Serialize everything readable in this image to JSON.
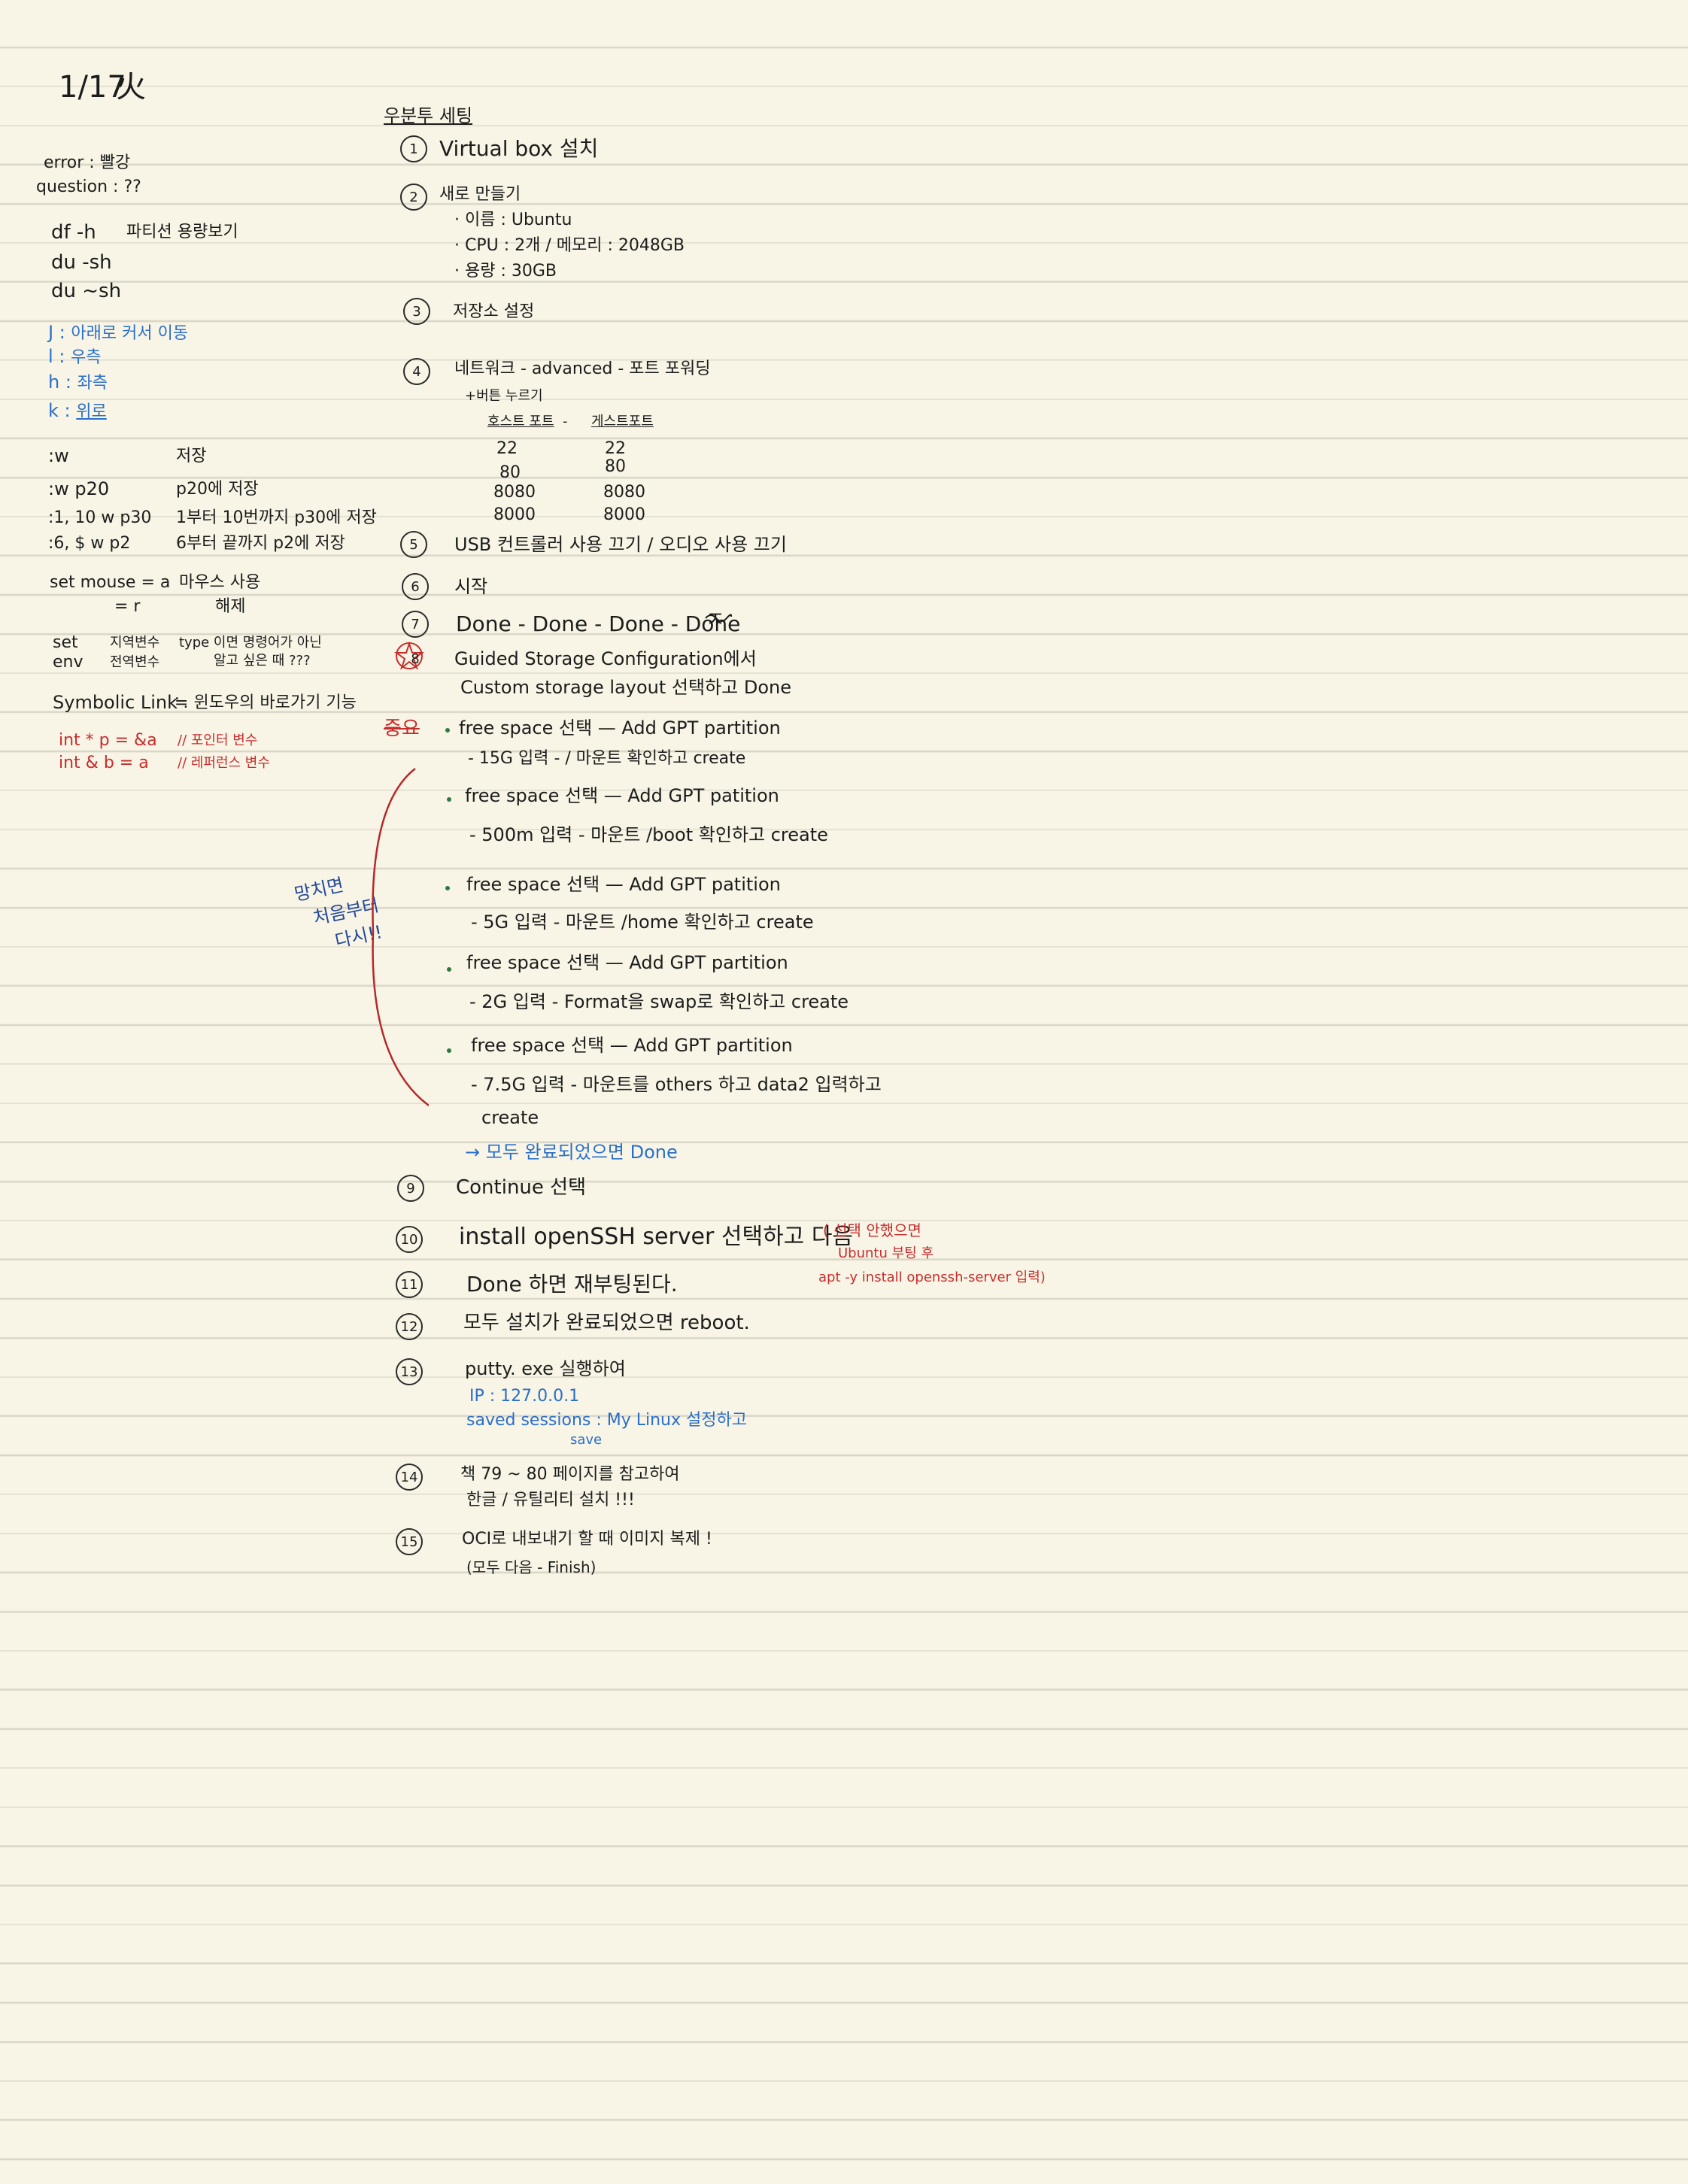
{
  "date": {
    "day": "1/17",
    "weekday": "火"
  },
  "left": {
    "legend": [
      {
        "key": "error",
        "value": "빨강"
      },
      {
        "key": "question",
        "value": "??"
      }
    ],
    "df_h": "df -h",
    "df_h_desc": "파티션 용량보기",
    "du1": "du -sh",
    "du2": "du ~sh",
    "vim_moves": [
      {
        "key": "J",
        "desc": "아래로 커서 이동"
      },
      {
        "key": "l",
        "desc": "우측"
      },
      {
        "key": "h",
        "desc": "좌측"
      },
      {
        "key": "k",
        "desc": "위로"
      }
    ],
    "vim_cmds": [
      {
        "cmd": ":w",
        "desc": "저장"
      },
      {
        "cmd": ":w p20",
        "desc": "p20에 저장"
      },
      {
        "cmd": ":1, 10 w p30",
        "desc": "1부터 10번까지 p30에 저장"
      },
      {
        "cmd": ":6, $ w p2",
        "desc": "6부터 끝까지 p2에 저장"
      }
    ],
    "mouse_cmd": "set mouse = a",
    "mouse_cmd2": "= r",
    "mouse_desc": "마우스 사용",
    "mouse_desc2": "해제",
    "set_env": [
      "set",
      "env"
    ],
    "set_env_vars": [
      "지역변수",
      "전역변수"
    ],
    "set_env_note1": "type 이면 명령어가 아닌",
    "set_env_note2": "알고 싶은 때 ???",
    "symlink": "Symbolic Link",
    "symlink_desc": "≒ 윈도우의 바로가기 기능",
    "code_lines": [
      {
        "code": "int * p = &a",
        "comment": "// 포인터 변수"
      },
      {
        "code": "int & b = a",
        "comment": "// 레퍼런스 변수"
      }
    ],
    "side_note": [
      "망치면",
      "처음부터",
      "다시!!"
    ]
  },
  "main": {
    "heading": "우분투 세팅",
    "s1": "Virtual box 설치",
    "s2": "새로 만들기",
    "s2_items": [
      "· 이름 : Ubuntu",
      "· CPU : 2개    / 메모리 : 2048GB",
      "· 용량 : 30GB"
    ],
    "s3": "저장소 설정",
    "s4": "네트워크 - advanced - 포트 포워딩",
    "s4_sub": "+버튼 누르기",
    "ports_head": [
      "호스트 포트",
      "-",
      "게스트포트"
    ],
    "ports": [
      [
        "22",
        "22"
      ],
      [
        "80",
        "80"
      ],
      [
        "8080",
        "8080"
      ],
      [
        "8000",
        "8000"
      ]
    ],
    "s5": "USB 컨트롤러 사용 끄기 / 오디오 사용 끄기",
    "s6": "시작",
    "s7": "Done - Done - Done - Done",
    "s7_mark": "ㅈ",
    "s8a": "Guided Storage Configuration에서",
    "s8b": "Custom storage layout 선택하고 Done",
    "partitions": [
      {
        "a": "free space 선택 — Add GPT partition",
        "b": "- 15G 입력 -   / 마운트 확인하고 create"
      },
      {
        "a": "free space 선택 — Add GPT patition",
        "b": "- 500m 입력 - 마운트 /boot 확인하고 create"
      },
      {
        "a": "free space 선택 — Add GPT patition",
        "b": "- 5G 입력 - 마운트 /home 확인하고 create"
      },
      {
        "a": "free space 선택 — Add GPT partition",
        "b": "- 2G 입력 - Format을 swap로 확인하고 create"
      },
      {
        "a": "free space 선택 — Add GPT partition",
        "b": "- 7.5G 입력 - 마운트를 others 하고 data2 입력하고"
      }
    ],
    "create_last": "create",
    "done_note": "→ 모두 완료되었으면 Done",
    "s9": "Continue 선택",
    "s10": "install openSSH server 선택하고 다음",
    "s10_note": [
      "( 선택 안했으면",
      "Ubuntu 부팅 후",
      "apt -y install openssh-server 입력)"
    ],
    "s11": "Done 하면 재부팅된다.",
    "s12": "모두 설치가 완료되었으면 reboot.",
    "s13": "putty. exe 실행하여",
    "s13_ip": "IP : 127.0.0.1",
    "s13_sessions": "saved sessions : My Linux 설정하고",
    "s13_save": "save",
    "s14a": "책 79 ~ 80 페이지를 참고하여",
    "s14b": "한글 / 유틸리티 설치 !!!",
    "s15a": "OCI로 내보내기 할 때 이미지 복제 !",
    "s15b": "(모두 다음 - Finish)",
    "step_numbers": [
      "1",
      "2",
      "3",
      "4",
      "5",
      "6",
      "7",
      "8",
      "9",
      "10",
      "11",
      "12",
      "13",
      "14",
      "15"
    ],
    "red_label": "중요",
    "colors": {
      "paper": "#f8f5e6",
      "ink": "#1c1c1c",
      "blue": "#2a6fc9",
      "red": "#c72c2c",
      "navy": "#24489a"
    }
  }
}
